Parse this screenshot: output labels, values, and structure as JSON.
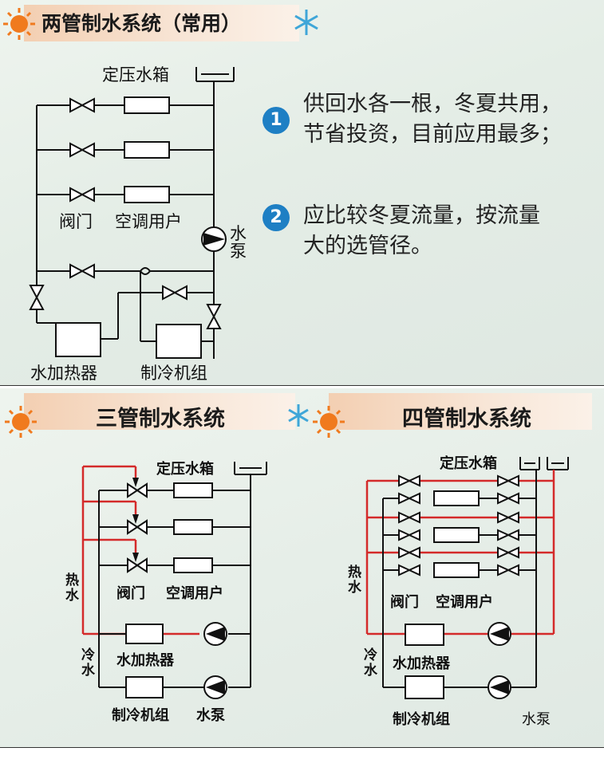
{
  "top": {
    "title": "两管制水系统（常用）",
    "labels": {
      "tank": "定压水箱",
      "valve": "阀门",
      "user": "空调用户",
      "pump": "水泵",
      "heater": "水加热器",
      "chiller": "制冷机组"
    },
    "bullets": [
      {
        "num": "1",
        "line1": "供回水各一根，冬夏共用，",
        "line2": "节省投资，目前应用最多；"
      },
      {
        "num": "2",
        "line1": "应比较冬夏流量，按流量",
        "line2": "大的选管径。"
      }
    ]
  },
  "three": {
    "title": "三管制水系统",
    "labels": {
      "tank": "定压水箱",
      "hot": "热水",
      "cold": "冷水",
      "valve": "阀门",
      "user": "空调用户",
      "heater": "水加热器",
      "chiller": "制冷机组",
      "pump": "水泵"
    }
  },
  "four": {
    "title": "四管制水系统",
    "labels": {
      "tank": "定压水箱",
      "hot": "热水",
      "cold": "冷水",
      "valve": "阀门",
      "user": "空调用户",
      "heater": "水加热器",
      "chiller": "制冷机组",
      "pump": "水泵"
    }
  },
  "colors": {
    "hot_pipe": "#d42a2a",
    "pipe": "#111111",
    "badge": "#1e7fc4",
    "sun": "#f07a1e",
    "snow": "#3fa6d8"
  }
}
